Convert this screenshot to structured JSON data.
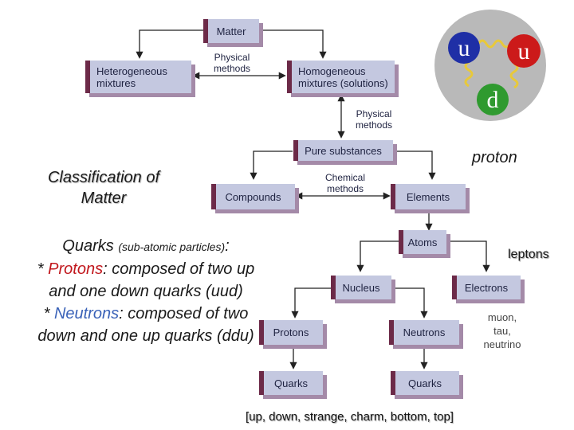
{
  "diagram": {
    "boxes": {
      "matter": "Matter",
      "heterogeneous": "Heterogeneous mixtures",
      "homogeneous": "Homogeneous mixtures (solutions)",
      "pure": "Pure substances",
      "compounds": "Compounds",
      "elements": "Elements",
      "atoms": "Atoms",
      "nucleus": "Nucleus",
      "electrons": "Electrons",
      "protons": "Protons",
      "neutrons": "Neutrons",
      "quarks_left": "Quarks",
      "quarks_right": "Quarks"
    },
    "notes": {
      "physical_1": "Physical methods",
      "physical_2": "Physical methods",
      "chemical": "Chemical methods"
    }
  },
  "title": "Classification of Matter",
  "proton": {
    "label": "proton",
    "quarks": [
      "u",
      "u",
      "d"
    ],
    "colors": {
      "blue": "#1f2fa6",
      "red": "#cc1a1a",
      "green": "#2f9a2f"
    }
  },
  "leptons": {
    "label": "leptons",
    "list": [
      "muon,",
      "tau,",
      "neutrino"
    ]
  },
  "quark_text": {
    "line1_main": "Quarks ",
    "line1_small": "(sub-atomic particles)",
    "line1_end": ":",
    "bullet1_prefix": "* ",
    "protons": "Protons",
    "bullet1_rest": ": composed of two up and one down quarks (uud)",
    "bullet2_prefix": "* ",
    "neutrons": "Neutrons",
    "bullet2_rest": ": composed of two down and one up quarks (ddu)"
  },
  "quark_types": "[up, down, strange, charm, bottom, top]"
}
